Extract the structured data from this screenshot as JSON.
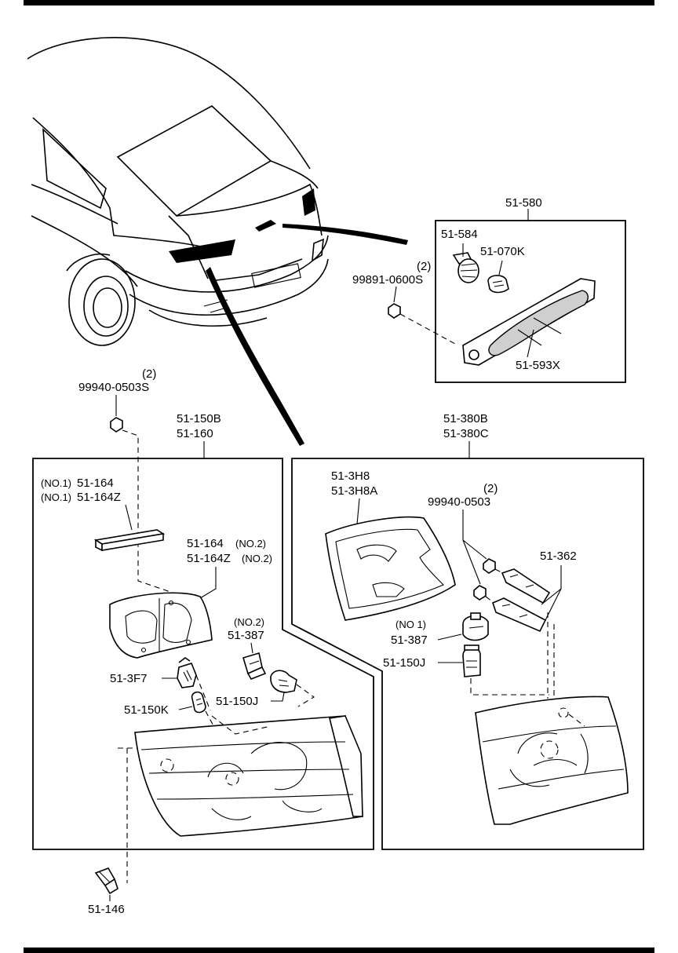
{
  "diagram": {
    "labels": {
      "p51_580": "51-580",
      "p51_584": "51-584",
      "p51_070K": "51-070K",
      "qty_99891": "(2)",
      "p99891": "99891-0600S",
      "p51_593X": "51-593X",
      "qty_99940s": "(2)",
      "p99940s": "99940-0503S",
      "p51_150B": "51-150B",
      "p51_160": "51-160",
      "p51_380B": "51-380B",
      "p51_380C": "51-380C",
      "no1_a": "(NO.1)",
      "p51_164_no1": "51-164",
      "no1_b": "(NO.1)",
      "p51_164Z_no1": "51-164Z",
      "p51_164_no2": "51-164",
      "no2_a": "(NO.2)",
      "p51_164Z_no2": "51-164Z",
      "no2_b": "(NO.2)",
      "no2_c": "(NO.2)",
      "p51_387_no2": "51-387",
      "p51_3F7": "51-3F7",
      "p51_150K": "51-150K",
      "p51_150J_left": "51-150J",
      "p51_3H8": "51-3H8",
      "p51_3H8A": "51-3H8A",
      "qty_99940": "(2)",
      "p99940": "99940-0503",
      "p51_362": "51-362",
      "no1_c": "(NO 1)",
      "p51_387_no1": "51-387",
      "p51_150J_right": "51-150J",
      "p51_146": "51-146"
    }
  }
}
